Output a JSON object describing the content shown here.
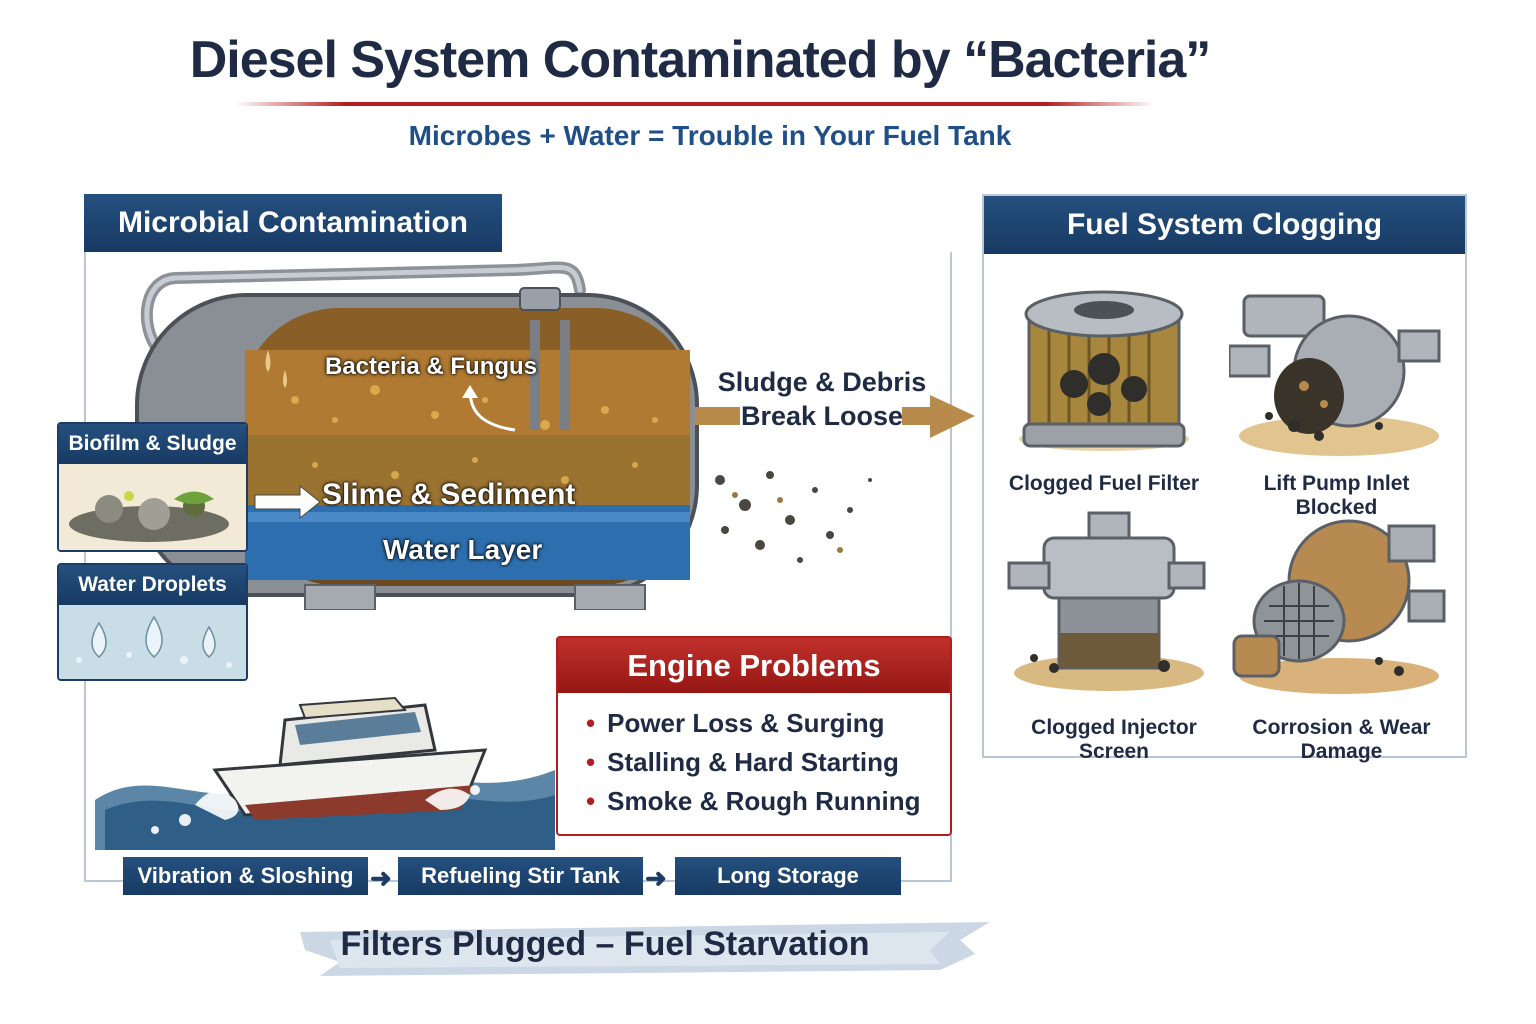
{
  "title": "Diesel System Contaminated by “Bacteria”",
  "subtitle": "Microbes + Water = Trouble in Your Fuel Tank",
  "left_panel": {
    "header": "Microbial Contamination",
    "tank_labels": {
      "bacteria": "Bacteria & Fungus",
      "slime": "Slime & Sediment",
      "water": "Water Layer"
    },
    "insets": {
      "biofilm": "Biofilm & Sludge",
      "droplets": "Water Droplets"
    }
  },
  "flow_label": {
    "line1": "Sludge & Debris",
    "line2": "Break Loose"
  },
  "right_panel": {
    "header": "Fuel System Clogging",
    "items": [
      "Clogged Fuel Filter",
      "Lift Pump Inlet Blocked",
      "Clogged Injector Screen",
      "Corrosion & Wear Damage"
    ]
  },
  "engine_problems": {
    "header": "Engine Problems",
    "items": [
      "Power Loss & Surging",
      "Stalling & Hard Starting",
      "Smoke & Rough Running"
    ]
  },
  "causes": [
    "Vibration & Sloshing",
    "Refueling Stir Tank",
    "Long Storage"
  ],
  "footer": "Filters Plugged – Fuel Starvation",
  "colors": {
    "navy": "#173a63",
    "red": "#b21e1e",
    "accent_blue": "#1f4f86",
    "arrow_tan": "#b88a4c"
  }
}
